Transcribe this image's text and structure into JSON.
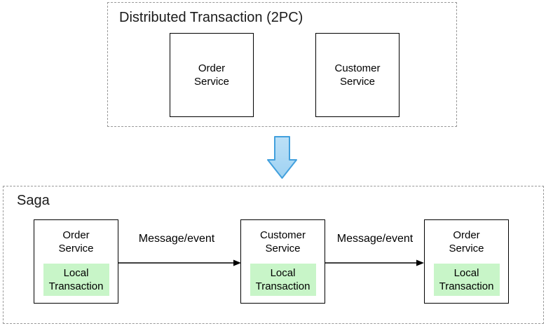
{
  "colors": {
    "dash_border": "#999999",
    "box_border": "#000000",
    "green_fill": "#c8f5c8",
    "arrow_fill_light": "#bce0f7",
    "arrow_fill_dark": "#9fd2f2",
    "arrow_stroke": "#42a0dd"
  },
  "twopc": {
    "title": "Distributed Transaction (2PC)",
    "services": [
      {
        "label": "Order\nService"
      },
      {
        "label": "Customer\nService"
      }
    ]
  },
  "saga": {
    "title": "Saga",
    "steps": [
      {
        "service": "Order\nService",
        "inner": "Local\nTransaction"
      },
      {
        "service": "Customer\nService",
        "inner": "Local\nTransaction"
      },
      {
        "service": "Order\nService",
        "inner": "Local\nTransaction"
      }
    ],
    "arrows": [
      {
        "label": "Message/event"
      },
      {
        "label": "Message/event"
      }
    ]
  }
}
